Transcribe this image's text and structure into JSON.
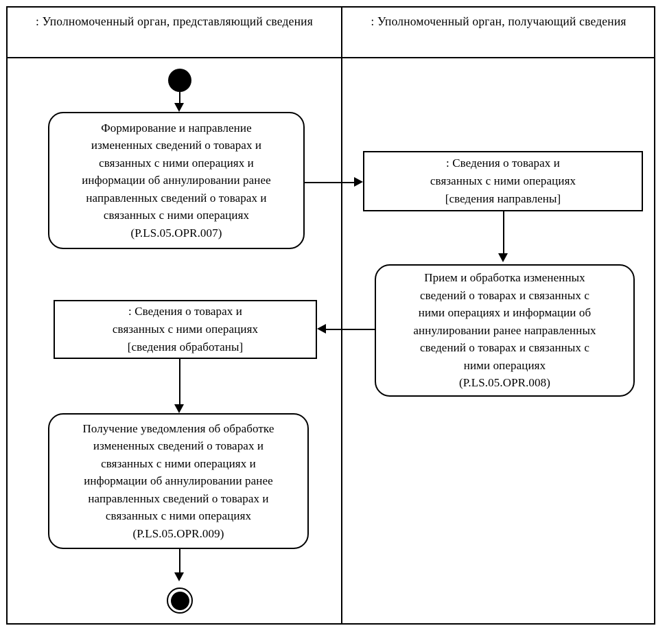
{
  "diagram": {
    "type": "uml-activity-diagram",
    "lanes": [
      {
        "id": "provider",
        "header": ": Уполномоченный орган,\nпредставляющий сведения"
      },
      {
        "id": "receiver",
        "header": ": Уполномоченный орган,\nполучающий сведения"
      }
    ],
    "nodes": {
      "initial": {
        "kind": "initial-node",
        "lane": "provider"
      },
      "activity_007": {
        "kind": "activity",
        "lane": "provider",
        "text": "Формирование и направление\nизмененных сведений о товарах и\nсвязанных с ними операциях и\nинформации об аннулировании ранее\nнаправленных сведений о товарах и\nсвязанных с ними операциях\n(P.LS.05.OPR.007)",
        "code": "P.LS.05.OPR.007"
      },
      "object_sent": {
        "kind": "object-node",
        "lane": "receiver",
        "text": ": Сведения о товарах и\nсвязанных с ними операциях\n[сведения направлены]",
        "state": "[сведения направлены]"
      },
      "activity_008": {
        "kind": "activity",
        "lane": "receiver",
        "text": "Прием и обработка измененных\nсведений о товарах и связанных с\nними операциях и информации об\nаннулировании ранее направленных\nсведений о товарах и связанных с\nними операциях\n(P.LS.05.OPR.008)",
        "code": "P.LS.05.OPR.008"
      },
      "object_processed": {
        "kind": "object-node",
        "lane": "provider",
        "text": ": Сведения о товарах и\nсвязанных с ними операциях\n[сведения обработаны]",
        "state": "[сведения обработаны]"
      },
      "activity_009": {
        "kind": "activity",
        "lane": "provider",
        "text": "Получение уведомления об обработке\nизмененных сведений о товарах и\nсвязанных с ними операциях и\nинформации об аннулировании ранее\nнаправленных сведений о товарах и\nсвязанных с ними операциях\n(P.LS.05.OPR.009)",
        "code": "P.LS.05.OPR.009"
      },
      "final": {
        "kind": "final-node",
        "lane": "provider"
      }
    },
    "edges": [
      {
        "from": "initial",
        "to": "activity_007",
        "direction": "down"
      },
      {
        "from": "activity_007",
        "to": "object_sent",
        "direction": "right"
      },
      {
        "from": "object_sent",
        "to": "activity_008",
        "direction": "down"
      },
      {
        "from": "activity_008",
        "to": "object_processed",
        "direction": "left"
      },
      {
        "from": "object_processed",
        "to": "activity_009",
        "direction": "down"
      },
      {
        "from": "activity_009",
        "to": "final",
        "direction": "down"
      }
    ],
    "colors": {
      "stroke": "#000000",
      "fill": "#ffffff",
      "text": "#000000"
    }
  }
}
